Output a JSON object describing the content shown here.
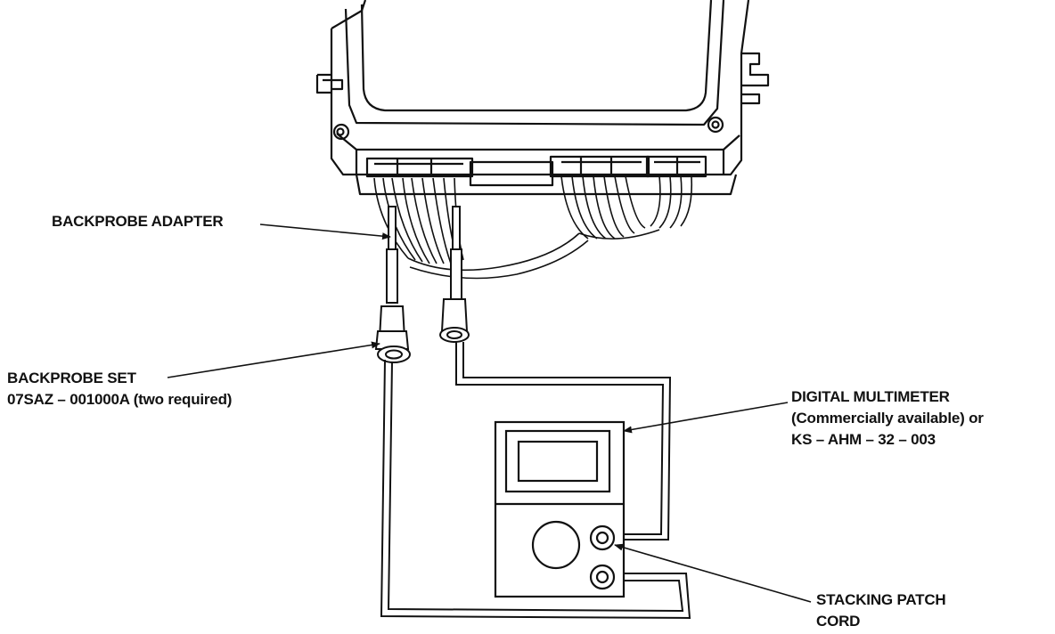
{
  "labels": {
    "backprobe_adapter": "BACKPROBE ADAPTER",
    "backprobe_set": {
      "line1": "BACKPROBE SET",
      "line2": "07SAZ – 001000A (two required)"
    },
    "digital_multimeter": {
      "line1": "DIGITAL MULTIMETER",
      "line2": "(Commercially available) or",
      "line3": "KS – AHM – 32 – 003"
    },
    "stacking_patch_cord": {
      "line1": "STACKING PATCH",
      "line2": "CORD"
    }
  },
  "colors": {
    "ink": "#111111",
    "paper": "#ffffff"
  }
}
